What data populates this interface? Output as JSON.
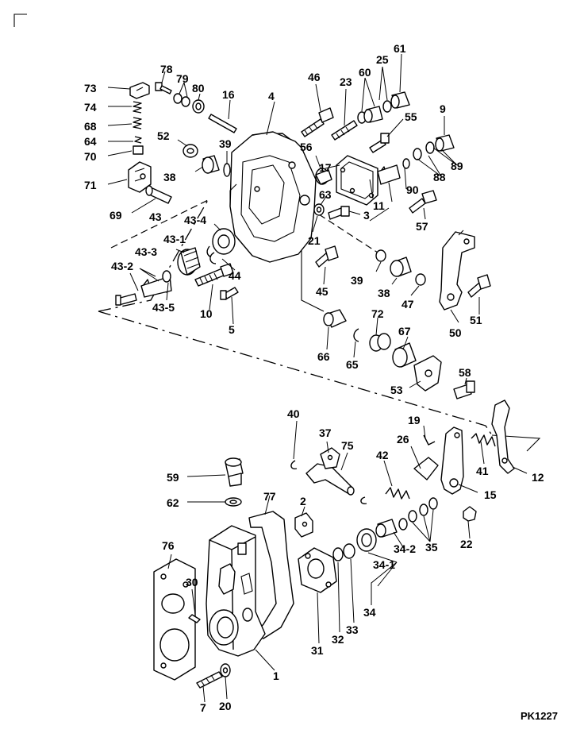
{
  "diagram_code": "PK1227",
  "callouts": {
    "c1": "1",
    "c2": "2",
    "c3": "3",
    "c4": "4",
    "c5": "5",
    "c7": "7",
    "c9": "9",
    "c10": "10",
    "c11": "11",
    "c12": "12",
    "c15": "15",
    "c16": "16",
    "c17": "17",
    "c19": "19",
    "c20": "20",
    "c21": "21",
    "c22": "22",
    "c23": "23",
    "c25": "25",
    "c26": "26",
    "c30": "30",
    "c31": "31",
    "c32": "32",
    "c33": "33",
    "c34": "34",
    "c34_1": "34-1",
    "c34_2": "34-2",
    "c35": "35",
    "c37": "37",
    "c38a": "38",
    "c38b": "38",
    "c39a": "39",
    "c39b": "39",
    "c40": "40",
    "c41": "41",
    "c42": "42",
    "c43": "43",
    "c43_1": "43-1",
    "c43_2": "43-2",
    "c43_3": "43-3",
    "c43_4": "43-4",
    "c43_5": "43-5",
    "c44": "44",
    "c45": "45",
    "c46": "46",
    "c47": "47",
    "c50": "50",
    "c51": "51",
    "c52": "52",
    "c53": "53",
    "c55": "55",
    "c56": "56",
    "c57": "57",
    "c58": "58",
    "c59": "59",
    "c60": "60",
    "c61": "61",
    "c62": "62",
    "c63": "63",
    "c64": "64",
    "c65": "65",
    "c66": "66",
    "c67": "67",
    "c68": "68",
    "c69": "69",
    "c70": "70",
    "c71": "71",
    "c72": "72",
    "c73": "73",
    "c74": "74",
    "c75": "75",
    "c76": "76",
    "c77": "77",
    "c78": "78",
    "c79": "79",
    "c80": "80",
    "c88": "88",
    "c89": "89",
    "c90": "90"
  }
}
